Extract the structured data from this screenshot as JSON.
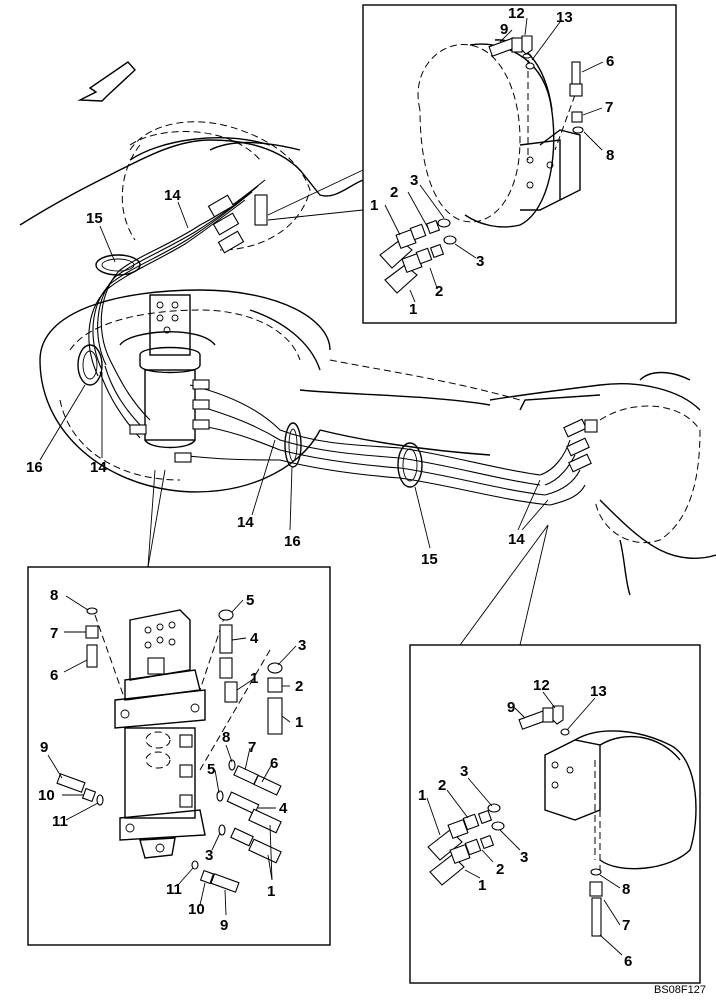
{
  "figure_code": "BS08F127",
  "callouts_main": [
    "14",
    "15",
    "16",
    "14",
    "14",
    "16",
    "15",
    "14"
  ],
  "callouts_top_right": [
    "9",
    "12",
    "13",
    "6",
    "7",
    "8",
    "3",
    "2",
    "1",
    "3",
    "2",
    "1"
  ],
  "callouts_bottom_left": [
    "8",
    "7",
    "6",
    "5",
    "4",
    "3",
    "2",
    "1",
    "1",
    "9",
    "10",
    "11",
    "8",
    "7",
    "6",
    "5",
    "4",
    "3",
    "11",
    "10",
    "9",
    "1"
  ],
  "callouts_bottom_right": [
    "12",
    "9",
    "13",
    "3",
    "2",
    "1",
    "3",
    "2",
    "1",
    "8",
    "7",
    "6"
  ]
}
